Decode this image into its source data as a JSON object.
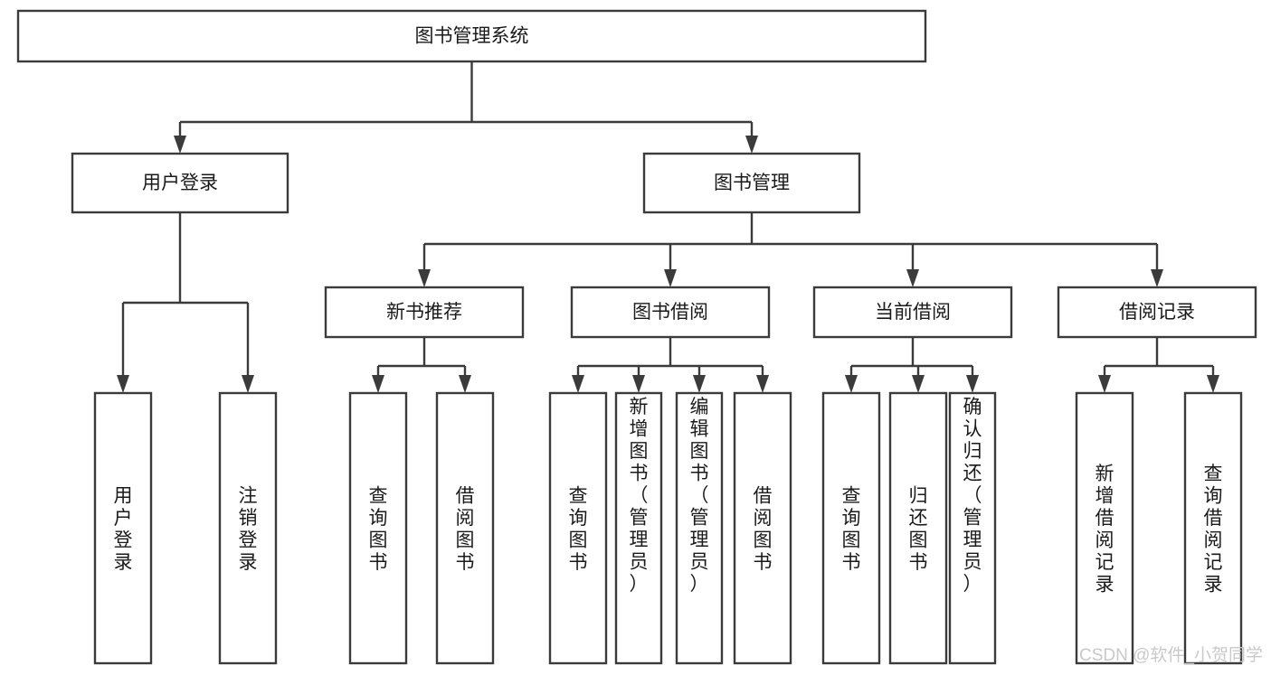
{
  "diagram": {
    "title": "图书管理系统",
    "type": "tree-hierarchy-chart",
    "background_color": "#ffffff",
    "line_color": "#3b3b3b",
    "text_color": "#1a1a1a",
    "levels": 4,
    "nodes": {
      "root": {
        "label": "图书管理系统",
        "orientation": "horizontal"
      },
      "l1": [
        {
          "id": "user-login",
          "label": "用户登录",
          "orientation": "horizontal"
        },
        {
          "id": "book-manage",
          "label": "图书管理",
          "orientation": "horizontal"
        }
      ],
      "l2": [
        {
          "id": "new-book-recommend",
          "label": "新书推荐",
          "orientation": "horizontal"
        },
        {
          "id": "book-borrow",
          "label": "图书借阅",
          "orientation": "horizontal"
        },
        {
          "id": "current-borrow",
          "label": "当前借阅",
          "orientation": "horizontal"
        },
        {
          "id": "borrow-record",
          "label": "借阅记录",
          "orientation": "horizontal"
        }
      ],
      "leaves": {
        "user-login": [
          {
            "id": "leaf-user-login",
            "label": "用户登录",
            "orientation": "vertical",
            "align": "middle",
            "wide": true
          },
          {
            "id": "leaf-logout",
            "label": "注销登录",
            "orientation": "vertical",
            "align": "middle",
            "wide": true
          }
        ],
        "new-book-recommend": [
          {
            "id": "leaf-query-book-1",
            "label": "查询图书",
            "orientation": "vertical",
            "align": "middle",
            "wide": true
          },
          {
            "id": "leaf-borrow-book-1",
            "label": "借阅图书",
            "orientation": "vertical",
            "align": "middle",
            "wide": true
          }
        ],
        "book-borrow": [
          {
            "id": "leaf-query-book-2",
            "label": "查询图书",
            "orientation": "vertical",
            "align": "middle",
            "wide": true
          },
          {
            "id": "leaf-add-book-admin",
            "label": "新增图书（管理员）",
            "orientation": "vertical",
            "align": "top",
            "wide": false
          },
          {
            "id": "leaf-edit-book-admin",
            "label": "编辑图书（管理员）",
            "orientation": "vertical",
            "align": "top",
            "wide": false
          },
          {
            "id": "leaf-borrow-book-2",
            "label": "借阅图书",
            "orientation": "vertical",
            "align": "middle",
            "wide": true
          }
        ],
        "current-borrow": [
          {
            "id": "leaf-query-book-3",
            "label": "查询图书",
            "orientation": "vertical",
            "align": "middle",
            "wide": true
          },
          {
            "id": "leaf-return-book",
            "label": "归还图书",
            "orientation": "vertical",
            "align": "middle",
            "wide": true
          },
          {
            "id": "leaf-confirm-return-admin",
            "label": "确认归还（管理员）",
            "orientation": "vertical",
            "align": "top",
            "wide": false
          }
        ],
        "borrow-record": [
          {
            "id": "leaf-add-record",
            "label": "新增借阅记录",
            "orientation": "vertical",
            "align": "middle",
            "wide": true
          },
          {
            "id": "leaf-query-record",
            "label": "查询借阅记录",
            "orientation": "vertical",
            "align": "middle",
            "wide": true
          }
        ]
      }
    }
  },
  "watermark": {
    "text": "CSDN @软件_小贺同学",
    "color": "#c9c9c9"
  }
}
